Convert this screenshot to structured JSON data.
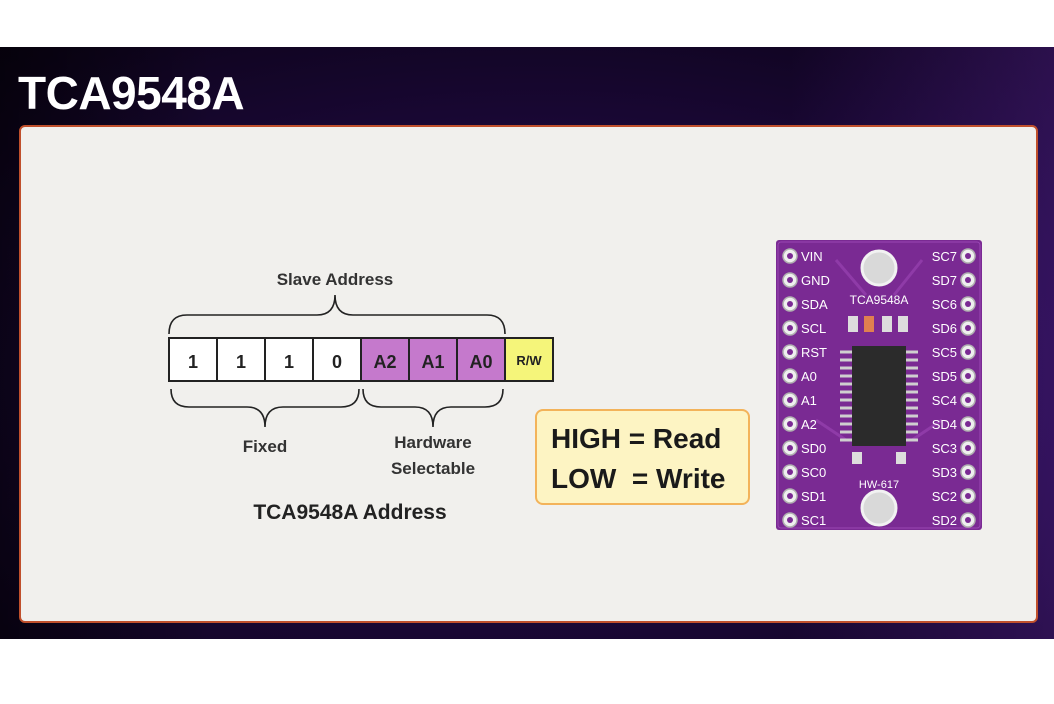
{
  "title": "TCA9548A",
  "address_diagram": {
    "slave_address_label": "Slave Address",
    "bits": [
      {
        "label": "1",
        "kind": "fixed"
      },
      {
        "label": "1",
        "kind": "fixed"
      },
      {
        "label": "1",
        "kind": "fixed"
      },
      {
        "label": "0",
        "kind": "fixed"
      },
      {
        "label": "A2",
        "kind": "hardware"
      },
      {
        "label": "A1",
        "kind": "hardware"
      },
      {
        "label": "A0",
        "kind": "hardware"
      },
      {
        "label": "R/W",
        "kind": "rw"
      }
    ],
    "fixed_label": "Fixed",
    "hardware_label_line1": "Hardware",
    "hardware_label_line2": "Selectable",
    "caption": "TCA9548A Address"
  },
  "callout": {
    "line1": "HIGH = Read",
    "line2": "LOW  = Write"
  },
  "board": {
    "chip_label": "TCA9548A",
    "model_label": "HW-617",
    "left_pins": [
      "VIN",
      "GND",
      "SDA",
      "SCL",
      "RST",
      "A0",
      "A1",
      "A2",
      "SD0",
      "SC0",
      "SD1",
      "SC1"
    ],
    "right_pins": [
      "SC7",
      "SD7",
      "SC6",
      "SD6",
      "SC5",
      "SD5",
      "SC4",
      "SD4",
      "SC3",
      "SD3",
      "SC2",
      "SD2"
    ]
  },
  "colors": {
    "hardware_bit": "#c579cc",
    "rw_bit": "#f5f57a",
    "panel_border": "#c0502c",
    "board": "#7a2a93",
    "callout_bg": "#fdf4c3",
    "callout_border": "#f3b35a"
  }
}
